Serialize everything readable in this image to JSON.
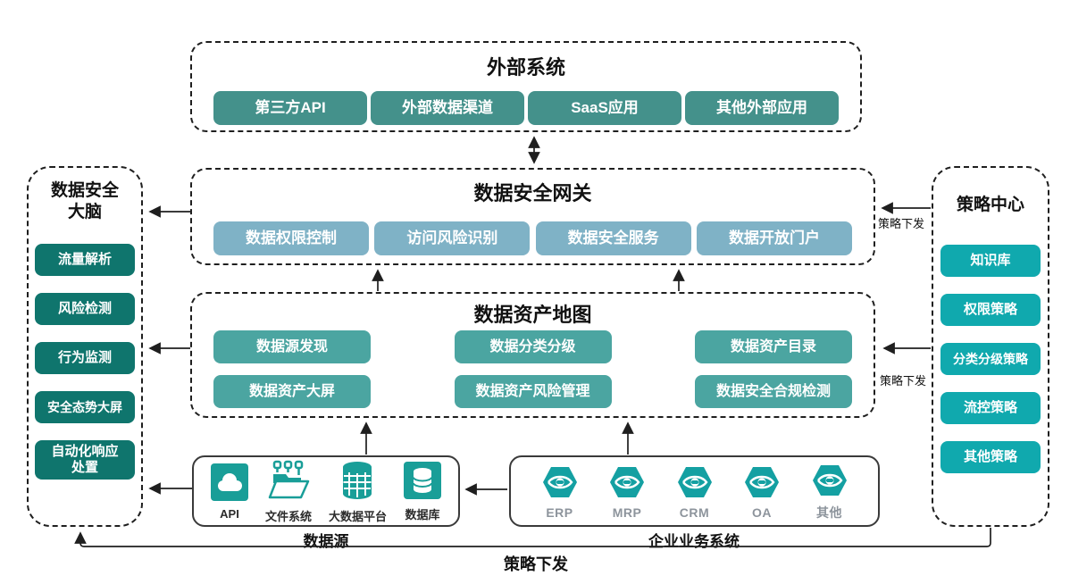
{
  "colors": {
    "external_pill": "#44918B",
    "gateway_pill": "#7FB2C6",
    "asset_pill": "#4BA5A1",
    "brain_pill": "#0F756D",
    "policy_pill": "#10A9AE",
    "icon_teal": "#199E98",
    "hexagon_teal": "#14A0A2",
    "line": "#1f1f1f"
  },
  "external": {
    "title": "外部系统",
    "items": [
      "第三方API",
      "外部数据渠道",
      "SaaS应用",
      "其他外部应用"
    ]
  },
  "gateway": {
    "title": "数据安全网关",
    "items": [
      "数据权限控制",
      "访问风险识别",
      "数据安全服务",
      "数据开放门户"
    ]
  },
  "asset_map": {
    "title": "数据资产地图",
    "row1": [
      "数据源发现",
      "数据分类分级",
      "数据资产目录"
    ],
    "row2": [
      "数据资产大屏",
      "数据资产风险管理",
      "数据安全合规检测"
    ]
  },
  "brain": {
    "title": "数据安全\n大脑",
    "items": [
      "流量解析",
      "风险检测",
      "行为监测",
      "安全态势大屏",
      "自动化响应\n处置"
    ]
  },
  "policy": {
    "title": "策略中心",
    "items": [
      "知识库",
      "权限策略",
      "分类分级策略",
      "流控策略",
      "其他策略"
    ]
  },
  "data_sources": {
    "caption": "数据源",
    "items": [
      {
        "label": "API",
        "icon": "api-cloud-icon"
      },
      {
        "label": "文件系统",
        "icon": "file-system-icon"
      },
      {
        "label": "大数据平台",
        "icon": "big-data-platform-icon"
      },
      {
        "label": "数据库",
        "icon": "database-icon"
      }
    ]
  },
  "business_systems": {
    "caption": "企业业务系统",
    "items": [
      {
        "label": "ERP",
        "icon": "hexagon-system-icon"
      },
      {
        "label": "MRP",
        "icon": "hexagon-system-icon"
      },
      {
        "label": "CRM",
        "icon": "hexagon-system-icon"
      },
      {
        "label": "OA",
        "icon": "hexagon-system-icon"
      },
      {
        "label": "其他",
        "icon": "hexagon-system-icon"
      }
    ]
  },
  "annotations": {
    "policy_dispatch_gateway": "策略下发",
    "policy_dispatch_asset": "策略下发",
    "policy_dispatch_bottom": "策略下发"
  }
}
